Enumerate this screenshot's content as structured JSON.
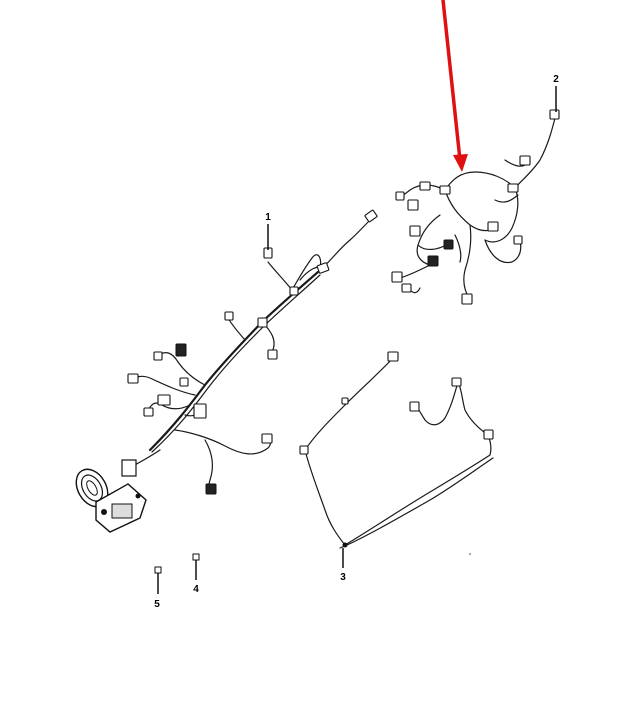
{
  "diagram": {
    "callouts": [
      {
        "id": "1",
        "label": "1"
      },
      {
        "id": "2",
        "label": "2"
      },
      {
        "id": "3",
        "label": "3"
      },
      {
        "id": "4",
        "label": "4"
      },
      {
        "id": "5",
        "label": "5"
      }
    ],
    "highlight_arrow_color": "#e01010",
    "line_color": "#1a1a1a"
  }
}
